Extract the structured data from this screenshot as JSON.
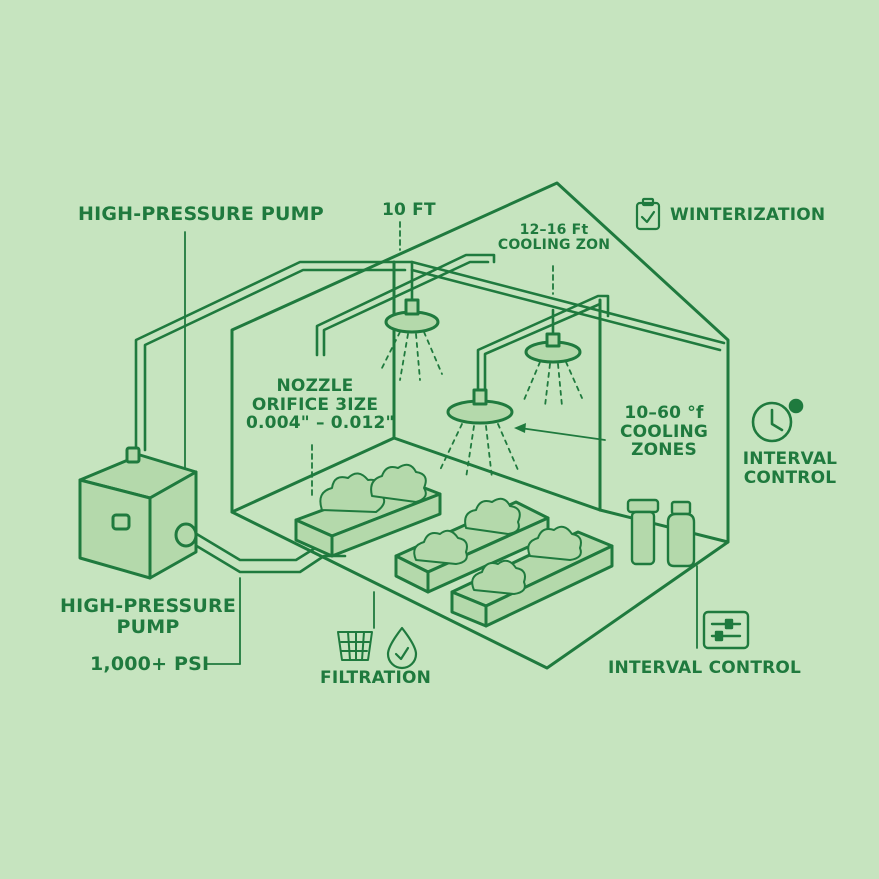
{
  "labels": {
    "pump_top": "HIGH-PRESSURE PUMP",
    "height": "10 FT",
    "cooling_zone_line1": "12–16 Ft",
    "cooling_zone_line2": "COOLING ZON",
    "winterization": "WINTERIZATION",
    "nozzle_line1": "NOZZLE",
    "nozzle_line2": "ORIFICE 3IZE",
    "nozzle_line3": "0.004\" – 0.012\"",
    "cooling_zones_line1": "10–60 °f",
    "cooling_zones_line2": "COOLING",
    "cooling_zones_line3": "ZONES",
    "interval_right_line1": "INTERVAL",
    "interval_right_line2": "CONTROL",
    "pump_bottom_line1": "HIGH-PRESSURE",
    "pump_bottom_line2": "PUMP",
    "psi": "1,000+ PSI",
    "filtration": "FILTRATION",
    "interval_bottom": "INTERVAL CONTROL"
  },
  "icons": {
    "clipboard": "clipboard-check-icon",
    "clock": "clock-icon",
    "filter": "filter-basket-icon",
    "droplet": "water-drop-icon",
    "sliders": "sliders-control-icon",
    "ph_bottle": "ph-bottle-icon",
    "filter_cartridge": "filter-cartridge-icon"
  },
  "colors": {
    "background": "#c6e4bf",
    "line": "#1f7a3e",
    "fill": "#b4d9ab"
  }
}
